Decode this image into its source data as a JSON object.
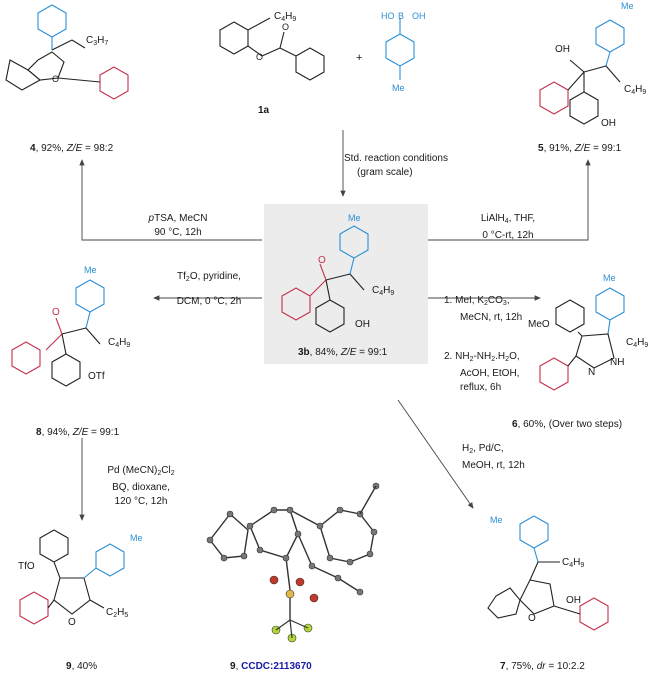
{
  "compounds": {
    "c4": {
      "label_num": "4",
      "label_rest": ", 92%, ",
      "ze": "Z/E",
      "ratio": " = 98:2",
      "sub1": "C",
      "sub1n": "3",
      "sub1b": "H",
      "sub1bn": "7"
    },
    "c1a": {
      "label": "1a",
      "chain_c": "C",
      "chain_n": "4",
      "chain_h": "H",
      "chain_hn": "9"
    },
    "boronic": {
      "plus": "+",
      "oh1": "HO",
      "b": "B",
      "oh2": "OH",
      "me": "Me"
    },
    "c5": {
      "label_num": "5",
      "label_rest": ", 91%, ",
      "ze": "Z/E",
      "ratio": " = 99:1",
      "oh": "OH",
      "oh2": "OH",
      "me": "Me"
    },
    "c3b": {
      "label_num": "3b",
      "label_rest": ", 84%, ",
      "ze": "Z/E",
      "ratio": " = 99:1",
      "o": "O",
      "oh": "OH",
      "me": "Me"
    },
    "c8": {
      "label_num": "8",
      "label_rest": ", 94%, ",
      "ze": "Z/E",
      "ratio": " = 99:1",
      "o": "O",
      "otf": "OTf",
      "me": "Me"
    },
    "c6": {
      "label_num": "6",
      "label_rest": ", 60%, (Over two steps)",
      "meo": "MeO",
      "n": "N",
      "nh": "NH",
      "me": "Me"
    },
    "c9": {
      "label_num": "9",
      "label_rest": ", 40%",
      "tfo": "TfO",
      "me": "Me",
      "o": "O"
    },
    "c9x": {
      "label_num": "9",
      "label_rest": ", ",
      "ccdc": "CCDC:2113670"
    },
    "c7": {
      "label_num": "7",
      "label_rest": ", 75%, ",
      "dr": "dr",
      "ratio": " = 10:2.2",
      "oh": "OH",
      "o": "O",
      "me": "Me"
    }
  },
  "conditions": {
    "std1": "Std. reaction conditions",
    "std2": "(gram scale)",
    "ptsa1a": "p",
    "ptsa1b": "TSA, MeCN",
    "ptsa2": "90 °C, 12h",
    "lialh1a": "LiAlH",
    "lialh1b": ", THF,",
    "lialh2": "0 °C-rt, 12h",
    "tf1": "Tf",
    "tf1b": "O, pyridine,",
    "tf2": "DCM, 0 °C, 2h",
    "mei1": "1.  MeI, K",
    "mei1b": "CO",
    "mei2": "MeCN, rt, 12h",
    "hyd1": "2.  NH",
    "hyd1b": "-NH",
    "hyd1c": ".H",
    "hyd1d": "O,",
    "hyd2": "AcOH, EtOH,",
    "hyd3": "reflux, 6h",
    "h2a": "H",
    "h2b": ", Pd/C,",
    "h2c": "MeOH, rt, 12h",
    "pd1": "Pd (MeCN)",
    "pd1b": "Cl",
    "pd2": "BQ, dioxane,",
    "pd3": "120 °C, 12h"
  },
  "colors": {
    "red": "#c4304a",
    "blue": "#2d8fd5",
    "ccdc": "#1a1aa6",
    "box": "#ececec"
  }
}
